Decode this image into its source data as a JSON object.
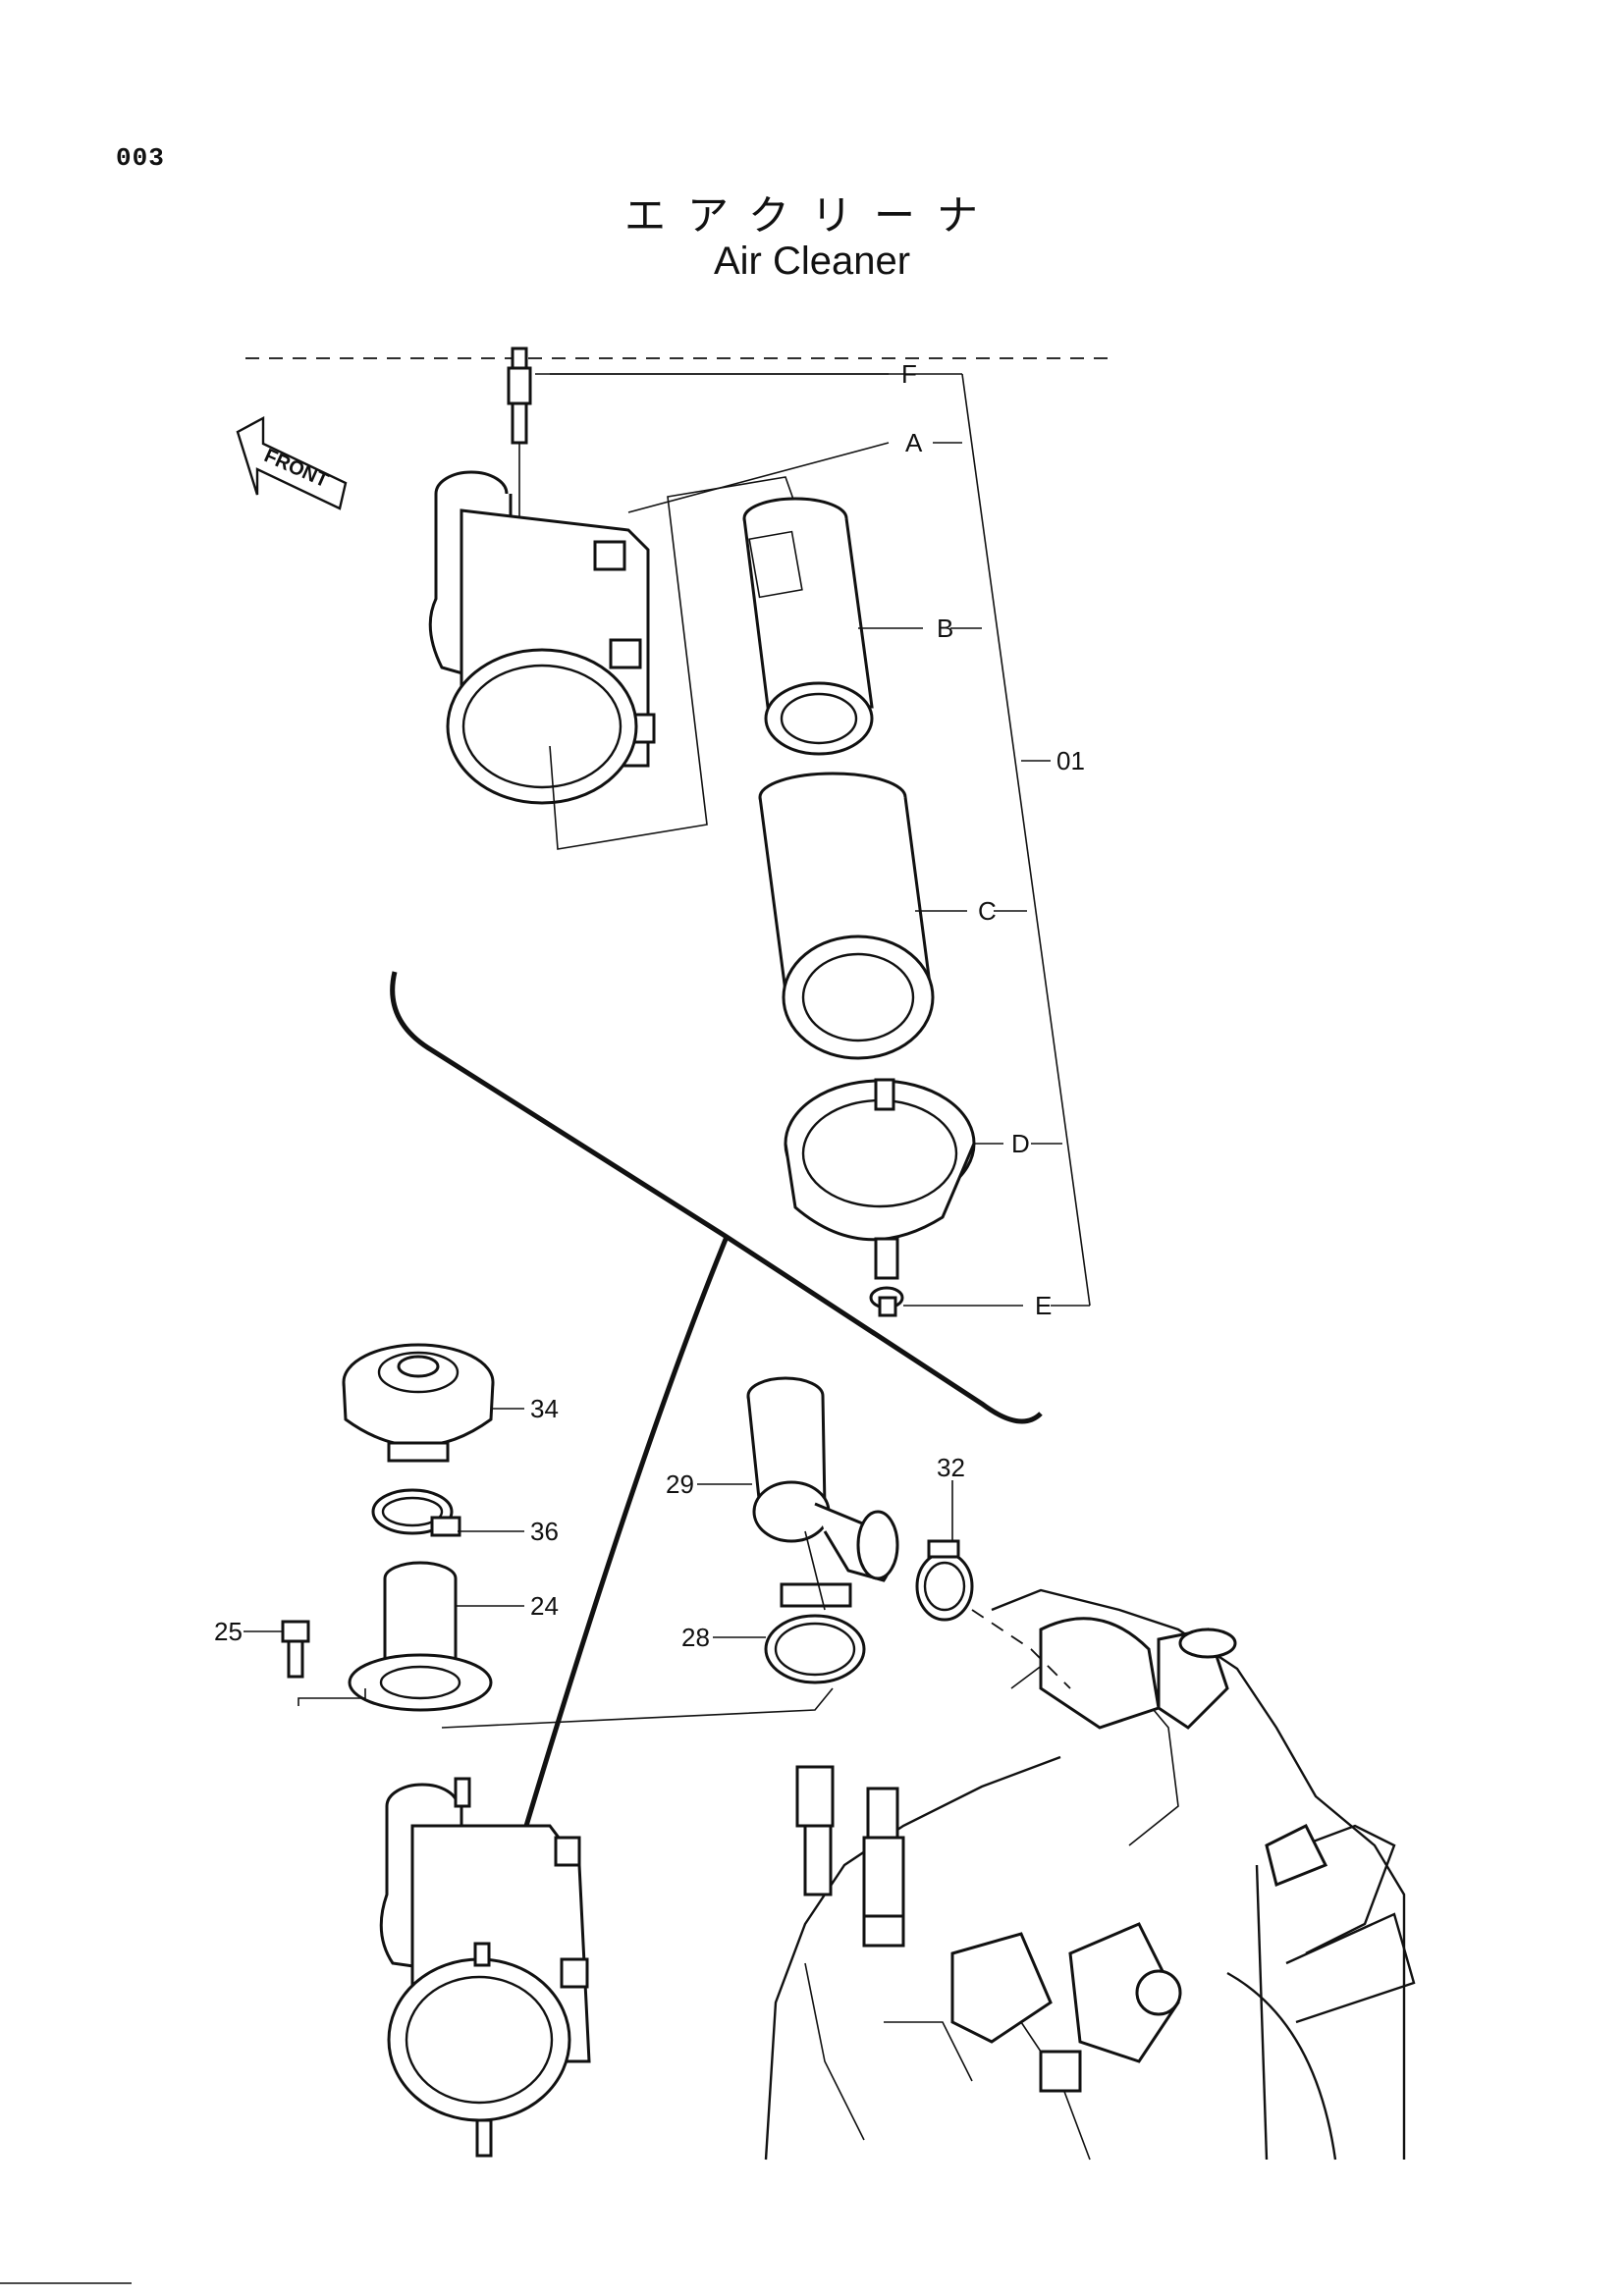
{
  "page": {
    "number": "003"
  },
  "title": {
    "japanese": "エアクリーナ",
    "english": "Air Cleaner"
  },
  "front_label": "FRONT",
  "upper_callouts": [
    {
      "id": "F"
    },
    {
      "id": "A"
    },
    {
      "id": "B"
    },
    {
      "id": "C"
    },
    {
      "id": "D"
    },
    {
      "id": "E"
    }
  ],
  "assembly_callout": "01",
  "lower_callouts": [
    {
      "id": "34"
    },
    {
      "id": "36"
    },
    {
      "id": "24"
    },
    {
      "id": "25"
    },
    {
      "id": "29"
    },
    {
      "id": "32"
    },
    {
      "id": "28"
    }
  ]
}
